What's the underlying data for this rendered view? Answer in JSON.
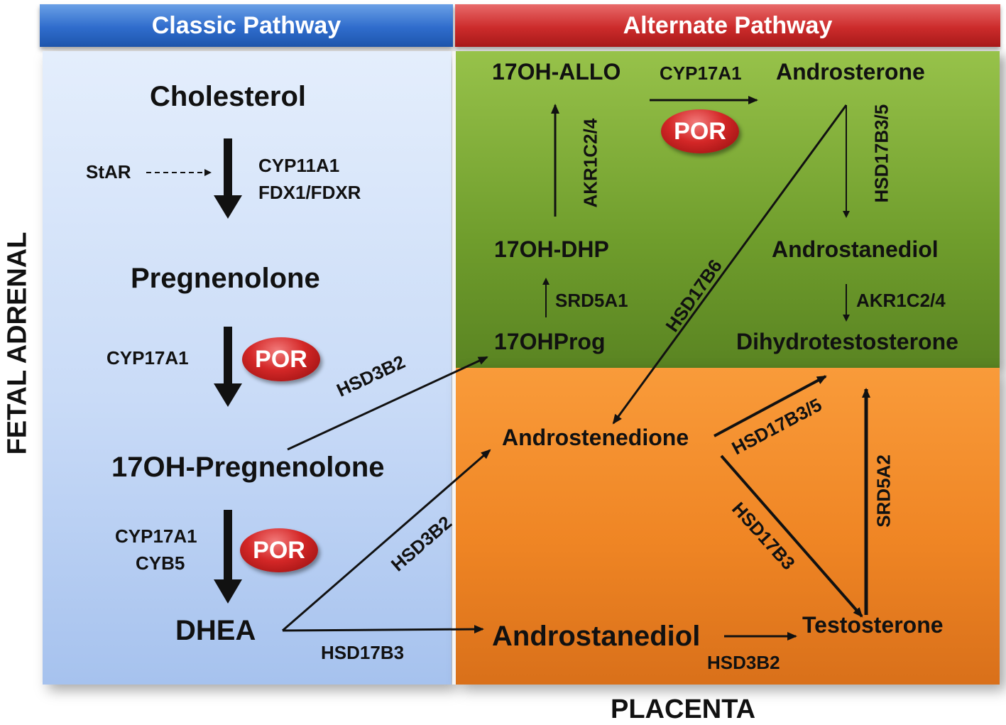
{
  "headers": {
    "classic": "Classic Pathway",
    "alternate": "Alternate Pathway"
  },
  "side_labels": {
    "left": "FETAL ADRENAL",
    "bottom": "PLACENTA"
  },
  "classic": {
    "cholesterol": "Cholesterol",
    "star": "StAR",
    "cyp11a1": "CYP11A1",
    "fdx": "FDX1/FDXR",
    "pregnenolone": "Pregnenolone",
    "cyp17a1_a": "CYP17A1",
    "por_a": "POR",
    "ohpreg": "17OH-Pregnenolone",
    "cyp17a1_b": "CYP17A1",
    "cyb5": "CYB5",
    "por_b": "POR",
    "dhea": "DHEA",
    "hsd17b3": "HSD17B3",
    "hsd3b2_upper": "HSD3B2",
    "hsd3b2_lower": "HSD3B2"
  },
  "alternate_adrenal": {
    "allo": "17OH-ALLO",
    "cyp17a1": "CYP17A1",
    "por": "POR",
    "androsterone": "Androsterone",
    "akr1c24_v": "AKR1C2/4",
    "hsd17b35_v": "HSD17B3/5",
    "dhp": "17OH-DHP",
    "androstanediol": "Androstanediol",
    "srd5a1": "SRD5A1",
    "akr1c24": "AKR1C2/4",
    "ohprog": "17OHProg",
    "dht": "Dihydrotestosterone",
    "hsd17b6": "HSD17B6"
  },
  "placenta": {
    "androstenedione": "Androstenedione",
    "hsd17b35": "HSD17B3/5",
    "hsd17b3": "HSD17B3",
    "srd5a2": "SRD5A2",
    "androstanediol": "Androstanediol",
    "testosterone": "Testosterone",
    "hsd3b2": "HSD3B2"
  }
}
